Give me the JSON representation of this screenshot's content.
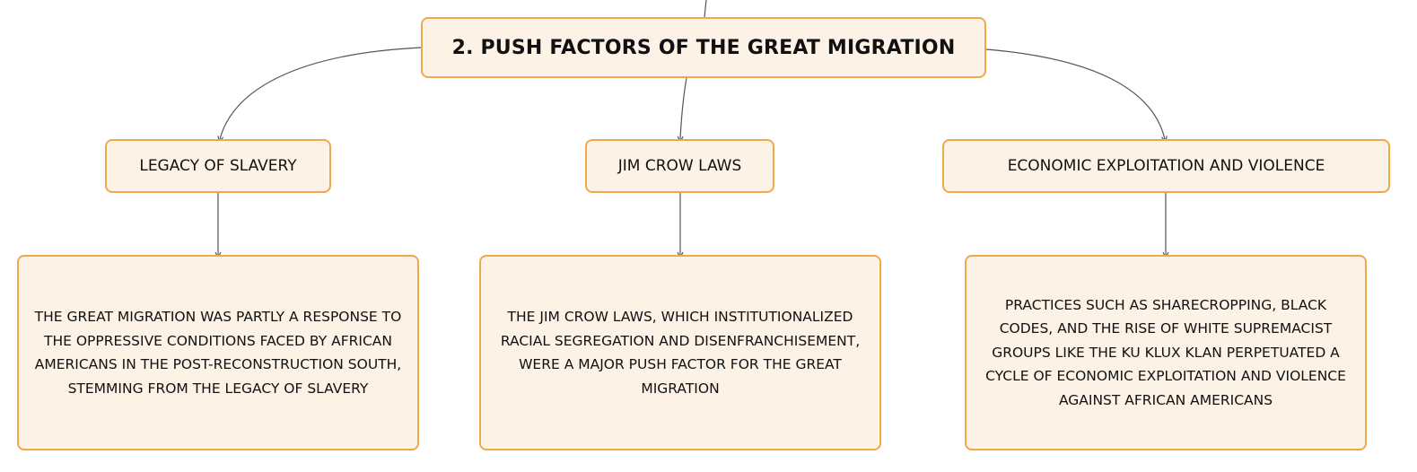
{
  "diagram": {
    "root": {
      "label": "2. PUSH FACTORS OF THE GREAT MIGRATION"
    },
    "branches": [
      {
        "topic": "LEGACY OF SLAVERY",
        "detail": "THE GREAT MIGRATION WAS PARTLY A RESPONSE TO THE OPPRESSIVE CONDITIONS FACED BY AFRICAN AMERICANS IN THE POST-RECONSTRUCTION SOUTH, STEMMING FROM THE LEGACY OF SLAVERY"
      },
      {
        "topic": "JIM CROW LAWS",
        "detail": "THE JIM CROW LAWS, WHICH INSTITUTIONALIZED RACIAL SEGREGATION AND DISENFRANCHISEMENT, WERE A MAJOR PUSH FACTOR FOR THE GREAT MIGRATION"
      },
      {
        "topic": "ECONOMIC EXPLOITATION AND VIOLENCE",
        "detail": "PRACTICES SUCH AS SHARECROPPING, BLACK CODES, AND THE RISE OF WHITE SUPREMACIST GROUPS LIKE THE KU KLUX KLAN PERPETUATED A CYCLE OF ECONOMIC EXPLOITATION AND VIOLENCE AGAINST AFRICAN AMERICANS"
      }
    ]
  },
  "colors": {
    "node_fill": "#fdf2e6",
    "node_border": "#f0a850",
    "connector": "#555555",
    "text": "#111111"
  }
}
